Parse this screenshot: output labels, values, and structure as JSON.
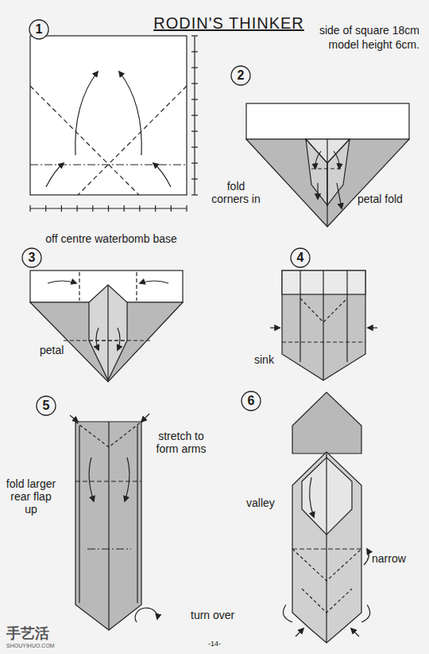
{
  "diagram": {
    "title": "RODIN'S THINKER",
    "nodes": [
      {
        "text": [
          "1"
        ]
      },
      {
        "text": [
          "2"
        ]
      },
      {
        "text": [
          "3"
        ]
      },
      {
        "text": [
          "4"
        ]
      },
      {
        "text": [
          "5"
        ]
      },
      {
        "text": [
          "6"
        ]
      }
    ],
    "edges": [],
    "labels": [
      "side of square 18cm",
      "model height 6cm.",
      "fold corners in",
      "off centre waterbomb base",
      "petal fold",
      "petal",
      "sink",
      "stretch to form arms",
      "fold larger rear flap up",
      "turn over",
      "valley",
      "narrow",
      "-14-",
      "手艺活",
      "SHOUYIHUO.COM"
    ]
  }
}
